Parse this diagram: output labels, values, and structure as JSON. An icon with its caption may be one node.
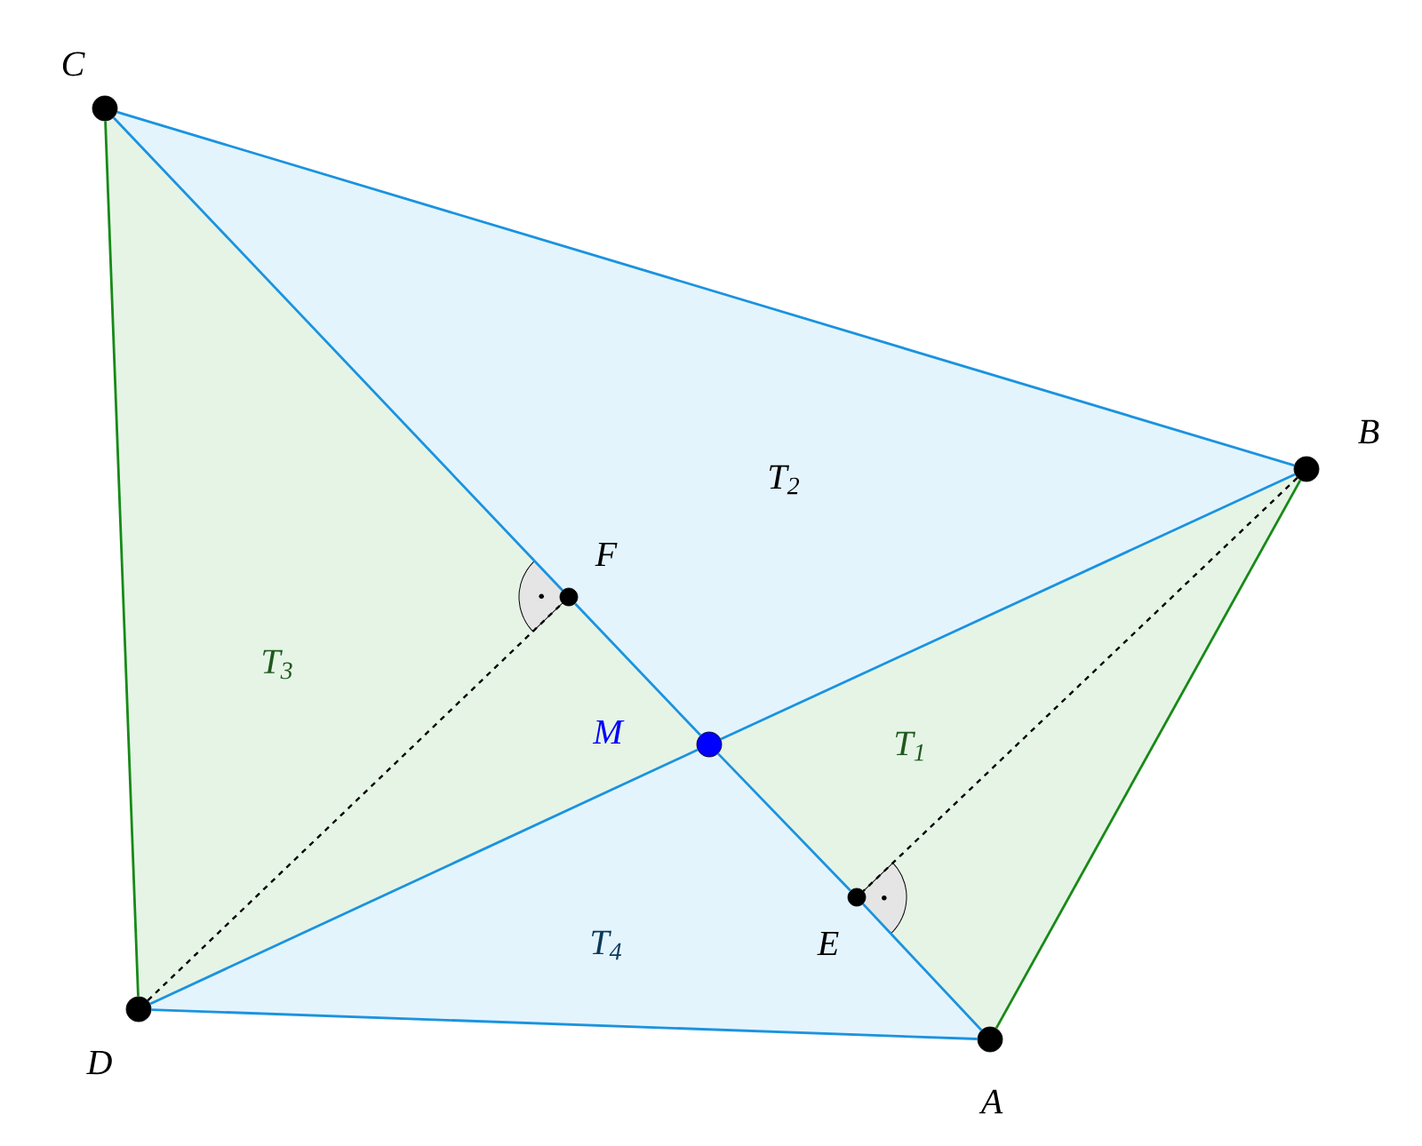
{
  "diagram": {
    "nodes": [
      {
        "text": [
          "A"
        ]
      },
      {
        "text": [
          "B"
        ]
      },
      {
        "text": [
          "C"
        ]
      },
      {
        "text": [
          "D"
        ]
      },
      {
        "text": [
          "M"
        ]
      },
      {
        "text": [
          "E"
        ]
      },
      {
        "text": [
          "F"
        ]
      }
    ],
    "edges": [
      {
        "from": 0,
        "to": 1,
        "arrow": "none",
        "color": "#178a17"
      },
      {
        "from": 1,
        "to": 2,
        "arrow": "none"
      },
      {
        "from": 2,
        "to": 3,
        "arrow": "none",
        "color": "#178a17"
      },
      {
        "from": 3,
        "to": 0,
        "arrow": "none"
      },
      {
        "from": 0,
        "to": 5,
        "arrow": "none"
      },
      {
        "from": 5,
        "to": 4,
        "arrow": "none"
      },
      {
        "from": 4,
        "to": 6,
        "arrow": "none"
      },
      {
        "from": 6,
        "to": 2,
        "arrow": "none"
      },
      {
        "from": 1,
        "to": 4,
        "arrow": "none"
      },
      {
        "from": 4,
        "to": 3,
        "arrow": "none"
      },
      {
        "from": 1,
        "to": 5,
        "arrow": "none",
        "style": "dashed",
        "color": "#000000"
      },
      {
        "from": 3,
        "to": 6,
        "arrow": "none",
        "style": "dashed",
        "color": "#000000"
      }
    ],
    "labels": [
      "T$_{2}$",
      "T$_{3}$",
      "T$_{1}$",
      "T$_{4}$"
    ]
  }
}
